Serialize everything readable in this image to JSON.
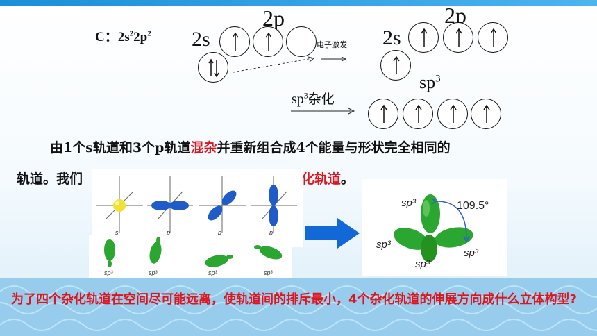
{
  "config": {
    "title": "C：2s²2p²",
    "title_parts": {
      "c": "C：2s",
      "sup1": "2",
      "mid": "2p",
      "sup2": "2"
    },
    "label_2s_left": "2s",
    "label_2p_left": "2p",
    "label_2s_right": "2s",
    "label_2p_right": "2p",
    "excitation": "电子激发",
    "hybrid_label": {
      "base": "sp",
      "sup": "3",
      "suffix": "杂化"
    },
    "sp3_label": {
      "base": "sp",
      "sup": "3"
    }
  },
  "paragraph": {
    "line1": {
      "prefix": "由1个s轨道和3个p轨道",
      "highlight": "混杂",
      "suffix": "并重新组合成4个能量与形状完全相同的"
    },
    "line2": {
      "prefix": "轨道。我们",
      "highlight": "化轨道",
      "suffix": "。"
    }
  },
  "orbitals_panel": {
    "top_labels": [
      "s",
      "p",
      "p",
      "p"
    ],
    "bottom_label": "sp³"
  },
  "result": {
    "angle": "109.5°",
    "label": "sp³"
  },
  "question": "为了四个杂化轨道在空间尽可能远离，使轨道间的排斥最小，4个杂化轨道的伸展方向成什么立体构型?",
  "colors": {
    "red": "#e0141c",
    "blue_lobe": "#1f5cc7",
    "green_lobe": "#2aa631",
    "arrow_blue": "#1268d6"
  }
}
